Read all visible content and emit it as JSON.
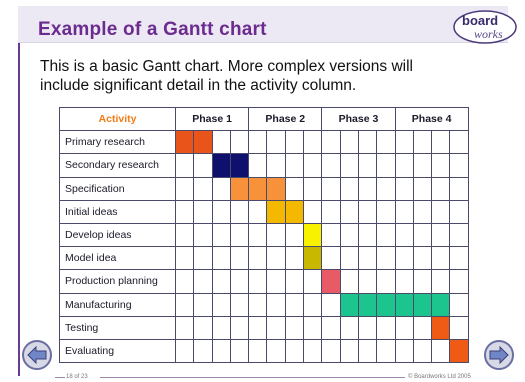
{
  "slide": {
    "title": "Example of a Gantt chart",
    "intro_line1": "This is a basic Gantt chart. More complex versions will",
    "intro_line2": "include significant detail in the activity column.",
    "footer_left": "18 of 23",
    "footer_right": "© Boardworks Ltd 2005"
  },
  "logo": {
    "line1": "board",
    "line2": "works"
  },
  "chart_data": {
    "type": "table",
    "columns": [
      "Activity",
      "Phase 1",
      "Phase 2",
      "Phase 3",
      "Phase 4"
    ],
    "weeks_per_phase": 4,
    "rows": [
      {
        "activity": "Primary research",
        "start": 1,
        "end": 2,
        "color": "#e8541a"
      },
      {
        "activity": "Secondary research",
        "start": 3,
        "end": 4,
        "color": "#0f0f6e"
      },
      {
        "activity": "Specification",
        "start": 4,
        "end": 6,
        "color": "#f7923a"
      },
      {
        "activity": "Initial ideas",
        "start": 6,
        "end": 7,
        "color": "#f5b800"
      },
      {
        "activity": "Develop ideas",
        "start": 8,
        "end": 8,
        "color": "#f8f100"
      },
      {
        "activity": "Model idea",
        "start": 8,
        "end": 8,
        "color": "#c8b800"
      },
      {
        "activity": "Production planning",
        "start": 9,
        "end": 9,
        "color": "#e85a66"
      },
      {
        "activity": "Manufacturing",
        "start": 10,
        "end": 15,
        "color": "#1cc48e"
      },
      {
        "activity": "Testing",
        "start": 15,
        "end": 15,
        "color": "#ef5a14"
      },
      {
        "activity": "Evaluating",
        "start": 16,
        "end": 16,
        "color": "#ef5a14"
      }
    ]
  }
}
